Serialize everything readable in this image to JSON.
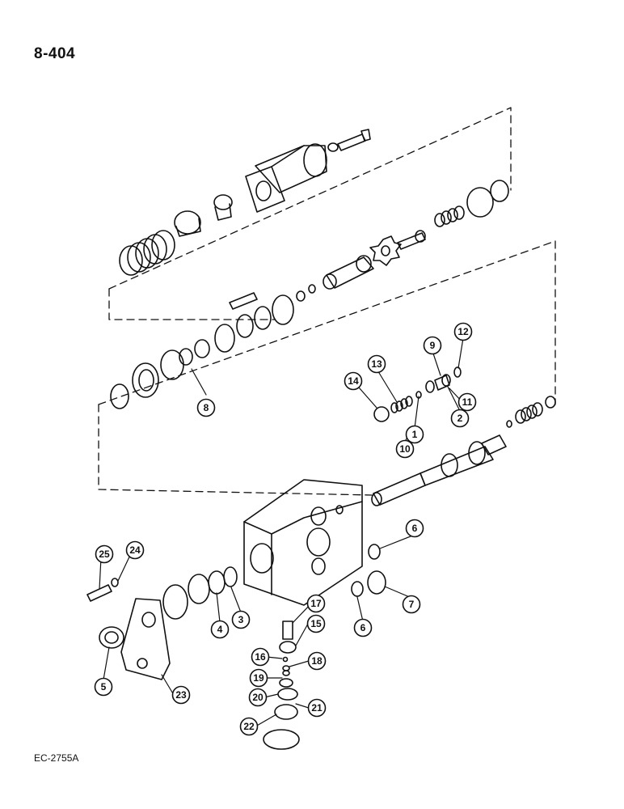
{
  "page": {
    "page_number": "8-404",
    "figure_code": "EC-2755A"
  },
  "callouts": [
    {
      "id": "c1",
      "label": "1"
    },
    {
      "id": "c2",
      "label": "2"
    },
    {
      "id": "c3",
      "label": "3"
    },
    {
      "id": "c4",
      "label": "4"
    },
    {
      "id": "c5",
      "label": "5"
    },
    {
      "id": "c6a",
      "label": "6"
    },
    {
      "id": "c6b",
      "label": "6"
    },
    {
      "id": "c7",
      "label": "7"
    },
    {
      "id": "c8",
      "label": "8"
    },
    {
      "id": "c9",
      "label": "9"
    },
    {
      "id": "c10",
      "label": "10"
    },
    {
      "id": "c11",
      "label": "11"
    },
    {
      "id": "c12",
      "label": "12"
    },
    {
      "id": "c13",
      "label": "13"
    },
    {
      "id": "c14",
      "label": "14"
    },
    {
      "id": "c15",
      "label": "15"
    },
    {
      "id": "c16",
      "label": "16"
    },
    {
      "id": "c17",
      "label": "17"
    },
    {
      "id": "c18",
      "label": "18"
    },
    {
      "id": "c19",
      "label": "19"
    },
    {
      "id": "c20",
      "label": "20"
    },
    {
      "id": "c21",
      "label": "21"
    },
    {
      "id": "c22",
      "label": "22"
    },
    {
      "id": "c23",
      "label": "23"
    },
    {
      "id": "c24",
      "label": "24"
    },
    {
      "id": "c25",
      "label": "25"
    }
  ]
}
